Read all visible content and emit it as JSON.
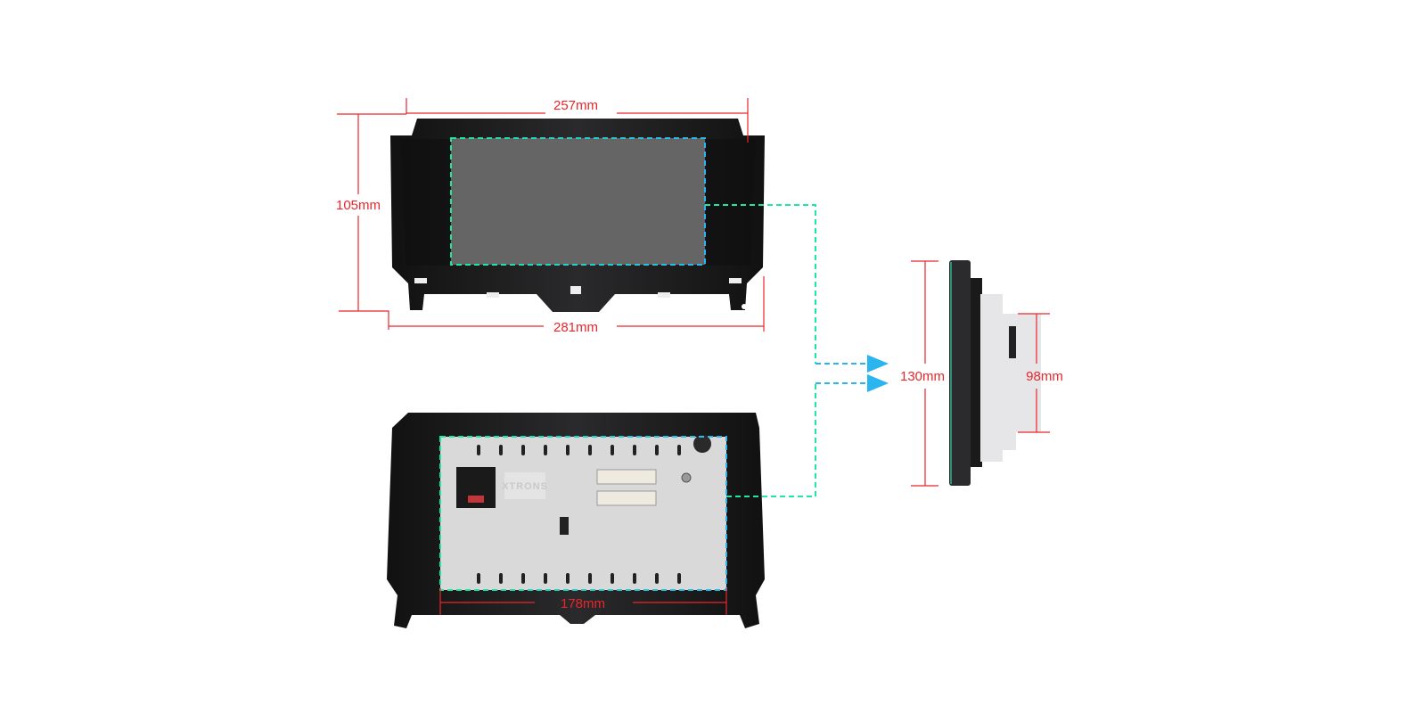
{
  "dimensions": {
    "front_width": "257mm",
    "front_height": "105mm",
    "frame_width": "281mm",
    "chassis_width": "178mm",
    "side_height": "130mm",
    "chassis_height": "98mm"
  },
  "brand_logo": "XTRONS",
  "colors": {
    "dimension_red": "#e8262b",
    "dash_green": "#1ee8a0",
    "dash_blue": "#2bb5f0",
    "screen_gray": "#656565",
    "frame_black": "#1c1c1e",
    "chassis_silver": "#d9d9d9"
  }
}
